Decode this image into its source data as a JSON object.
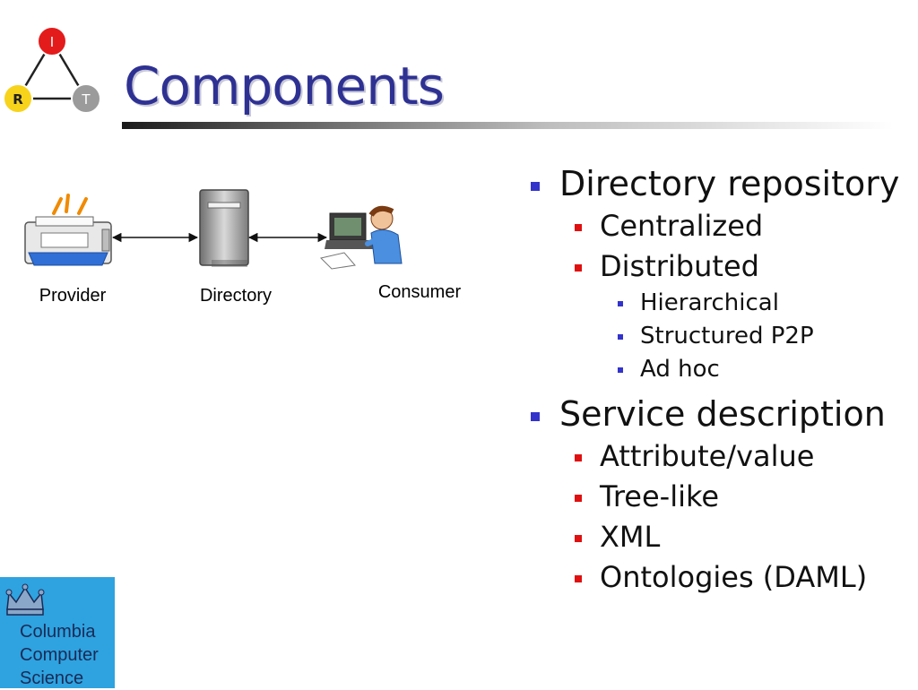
{
  "logo": {
    "top": "I",
    "left": "R",
    "right": "T"
  },
  "title": "Components",
  "diagram": {
    "labels": {
      "provider": "Provider",
      "directory": "Directory",
      "consumer": "Consumer"
    }
  },
  "bullets": [
    {
      "text": "Directory repository",
      "children": [
        {
          "text": "Centralized"
        },
        {
          "text": "Distributed",
          "children": [
            {
              "text": "Hierarchical"
            },
            {
              "text": "Structured P2P"
            },
            {
              "text": "Ad hoc"
            }
          ]
        }
      ]
    },
    {
      "text": "Service description",
      "children": [
        {
          "text": "Attribute/value"
        },
        {
          "text": "Tree-like"
        },
        {
          "text": "XML"
        },
        {
          "text": "Ontologies (DAML)"
        }
      ]
    }
  ],
  "institution": {
    "line1": "Columbia",
    "line2": "Computer",
    "line3": "Science"
  },
  "colors": {
    "title": "#2e3192",
    "level1_bullet": "#3333cc",
    "level2_bullet": "#e01010",
    "logo_bg": "#2ea3e0"
  }
}
